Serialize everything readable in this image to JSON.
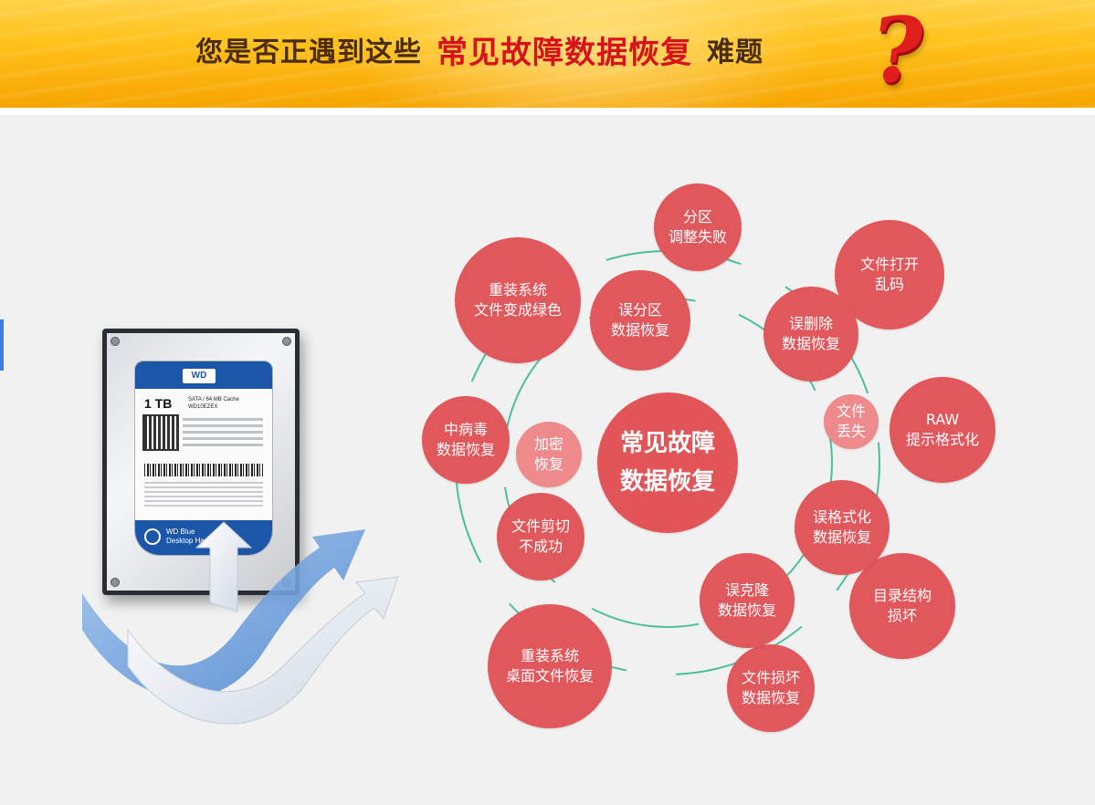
{
  "banner": {
    "prefix": "您是否正遇到这些",
    "highlight": "常见故障数据恢复",
    "suffix": "难题",
    "question_mark": "?",
    "colors": {
      "background": "#ffc21c",
      "highlight": "#d8121a",
      "text": "#4a2c10"
    }
  },
  "product": {
    "capacity": "1 TB",
    "brand_logo": "WD",
    "model_line": "SATA / 64 MB Cache",
    "model": "WD10EZEX",
    "series": "WD Blue",
    "series_sub": "Desktop Hard Drive"
  },
  "diagram": {
    "center": "常见故障\n数据恢复",
    "colors": {
      "bubble": "#e0585c",
      "bubble_light": "#ef8a8c",
      "ring": "#4cbf9a"
    },
    "outer_items": [
      "分区\n调整失败",
      "文件打开\n乱码",
      "RAW\n提示格式化",
      "目录结构\n损坏",
      "文件损坏\n数据恢复",
      "重装系统\n桌面文件恢复",
      "中病毒\n数据恢复",
      "重装系统\n文件变成绿色"
    ],
    "inner_items": [
      "误分区\n数据恢复",
      "误删除\n数据恢复",
      "文件\n丢失",
      "误格式化\n数据恢复",
      "误克隆\n数据恢复",
      "文件剪切\n不成功",
      "加密\n恢复"
    ]
  }
}
